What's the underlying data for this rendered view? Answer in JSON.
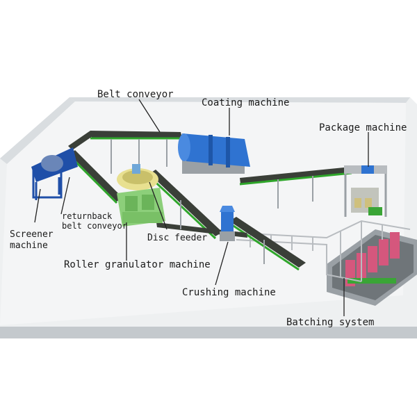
{
  "labels": {
    "belt_conveyor": "Belt conveyor",
    "coating_machine": "Coating machine",
    "package_machine": "Package machine",
    "returnback_line1": "returnback",
    "returnback_line2": "belt conveyor",
    "screener_line1": "Screener",
    "screener_line2": "machine",
    "disc_feeder": "Disc feeder",
    "roller_granulator": "Roller granulator machine",
    "crushing_machine": "Crushing machine",
    "batching_system": "Batching system"
  },
  "colors": {
    "floor": "#eef0f1",
    "wall": "#d9dde0",
    "wall_dark": "#c4c9cd",
    "belt": "#3a3f38",
    "belt_frame": "#2fa62b",
    "drum_blue": "#2f73d1",
    "green_machine": "#8ccf7a",
    "screener_blue": "#1f4fa8",
    "bin_pink": "#d5577d",
    "rail": "#b8bcc0",
    "pointer": "#222222"
  }
}
